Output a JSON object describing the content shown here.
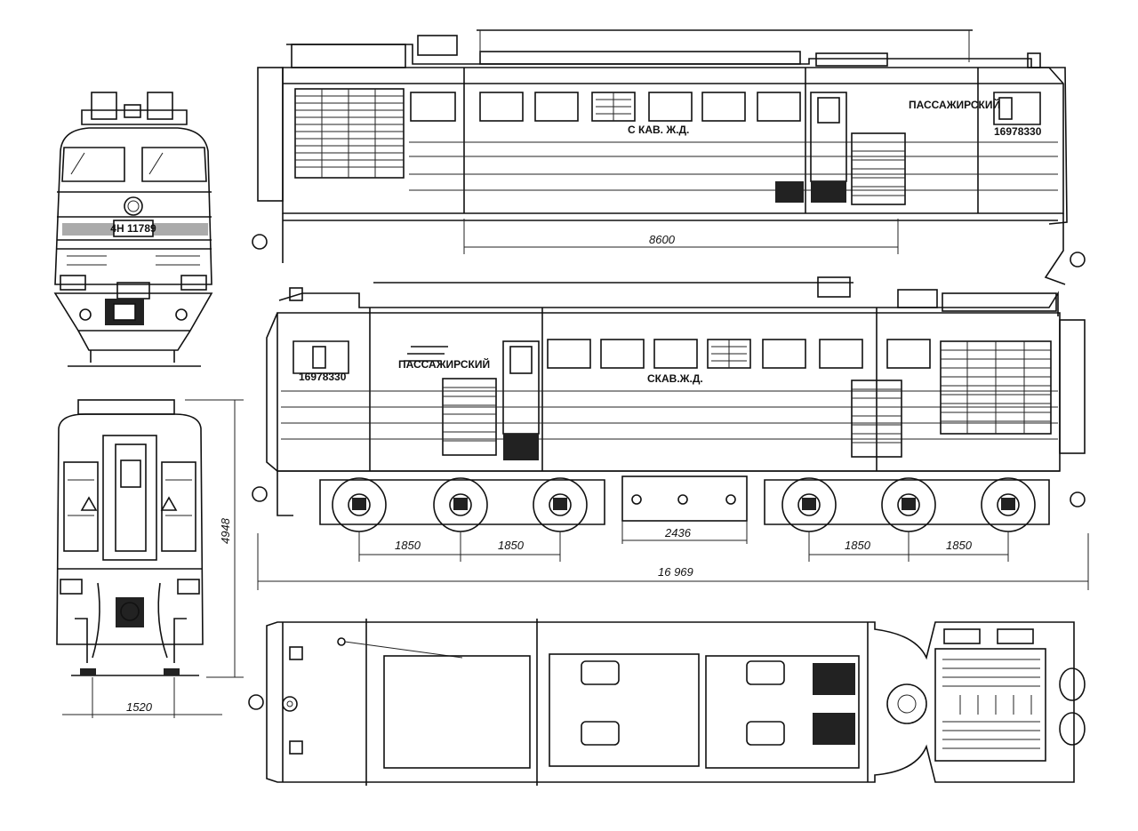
{
  "top_view": {
    "label_passenger": "ПАССАЖИРСКИЙ",
    "label_railway": "С КАВ. Ж.Д.",
    "number": "16978330",
    "dim_bogie_base": "8600"
  },
  "side_view": {
    "label_passenger": "ПАССАЖИРСКИЙ",
    "label_railway": "СКАВ.Ж.Д.",
    "number": "16978330",
    "dim_axle_1": "1850",
    "dim_axle_2": "1850",
    "dim_tank": "2436",
    "dim_axle_3": "1850",
    "dim_axle_4": "1850",
    "dim_length": "16 969"
  },
  "end_view": {
    "dim_height": "4948",
    "dim_gauge": "1520",
    "plate_number": "4Н 11789"
  }
}
